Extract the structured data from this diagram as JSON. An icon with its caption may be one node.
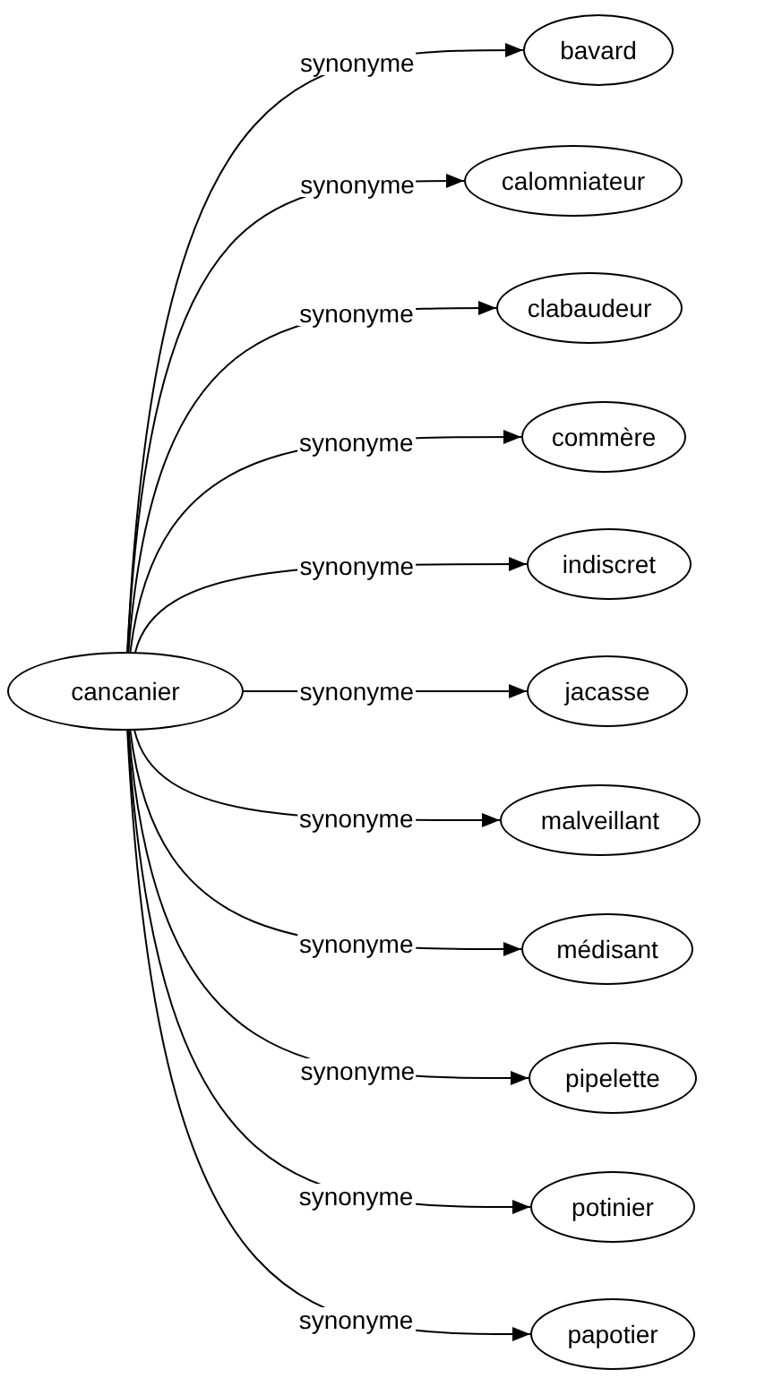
{
  "diagram": {
    "nodes": [
      {
        "text": [
          "cancanier"
        ]
      },
      {
        "text": [
          "bavard"
        ]
      },
      {
        "text": [
          "calomniateur"
        ]
      },
      {
        "text": [
          "clabaudeur"
        ]
      },
      {
        "text": [
          "commère"
        ]
      },
      {
        "text": [
          "indiscret"
        ]
      },
      {
        "text": [
          "jacasse"
        ]
      },
      {
        "text": [
          "malveillant"
        ]
      },
      {
        "text": [
          "médisant"
        ]
      },
      {
        "text": [
          "pipelette"
        ]
      },
      {
        "text": [
          "potinier"
        ]
      },
      {
        "text": [
          "papotier"
        ]
      }
    ],
    "edges": [
      {
        "from": 0,
        "to": 1,
        "arrow": "to",
        "label": "synonyme"
      },
      {
        "from": 0,
        "to": 2,
        "arrow": "to",
        "label": "synonyme"
      },
      {
        "from": 0,
        "to": 3,
        "arrow": "to",
        "label": "synonyme"
      },
      {
        "from": 0,
        "to": 4,
        "arrow": "to",
        "label": "synonyme"
      },
      {
        "from": 0,
        "to": 5,
        "arrow": "to",
        "label": "synonyme"
      },
      {
        "from": 0,
        "to": 6,
        "arrow": "to",
        "label": "synonyme"
      },
      {
        "from": 0,
        "to": 7,
        "arrow": "to",
        "label": "synonyme"
      },
      {
        "from": 0,
        "to": 8,
        "arrow": "to",
        "label": "synonyme"
      },
      {
        "from": 0,
        "to": 9,
        "arrow": "to",
        "label": "synonyme"
      },
      {
        "from": 0,
        "to": 10,
        "arrow": "to",
        "label": "synonyme"
      },
      {
        "from": 0,
        "to": 11,
        "arrow": "to",
        "label": "synonyme"
      }
    ]
  }
}
